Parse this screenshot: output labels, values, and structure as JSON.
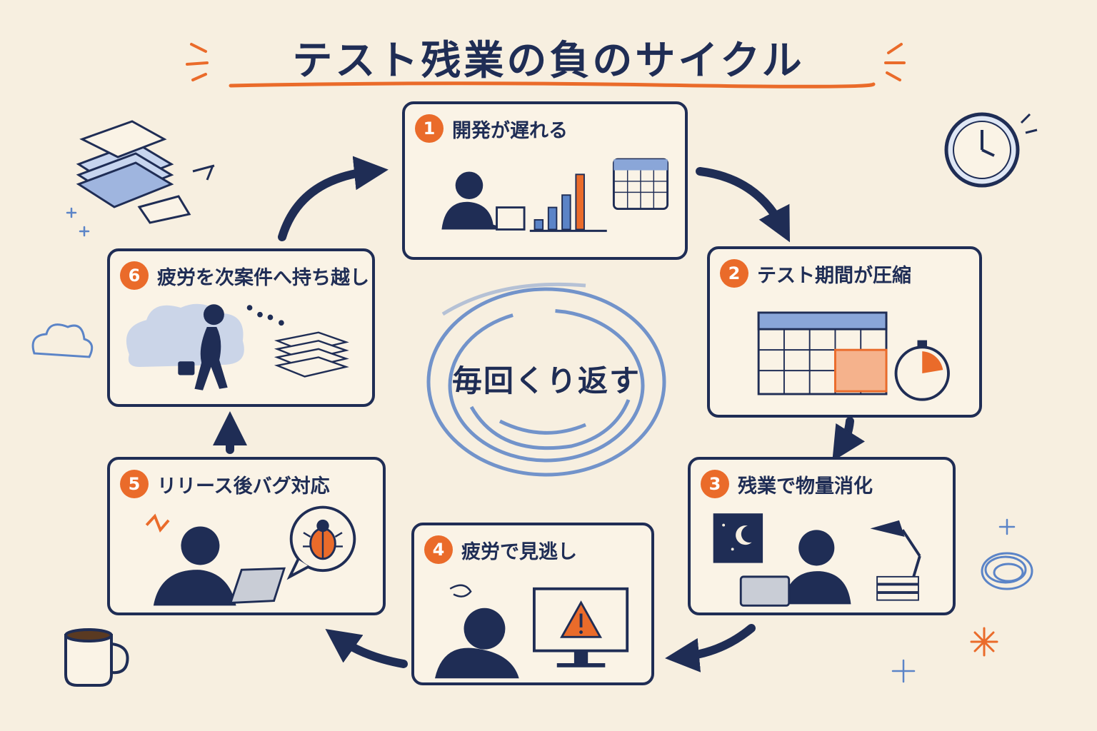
{
  "title": "テスト残業の負のサイクル",
  "center_label": "毎回くり返す",
  "colors": {
    "navy": "#1f2d55",
    "orange": "#ea6b2a",
    "blue": "#5b84c7",
    "paper": "#f7efe0"
  },
  "steps": [
    {
      "num": "1",
      "label": "開発が遅れる",
      "icon": "developer-with-rising-bar-chart-and-calendar"
    },
    {
      "num": "2",
      "label": "テスト期間が圧縮",
      "icon": "calendar-and-stopwatch"
    },
    {
      "num": "3",
      "label": "残業で物量消化",
      "icon": "night-desk-lamp-and-paper-stack"
    },
    {
      "num": "4",
      "label": "疲労で見逃し",
      "icon": "tired-person-and-warning-monitor"
    },
    {
      "num": "5",
      "label": "リリース後バグ対応",
      "icon": "person-at-laptop-with-bug"
    },
    {
      "num": "6",
      "label": "疲労を次案件へ持ち越し",
      "icon": "tired-walker-and-document-stack"
    }
  ]
}
